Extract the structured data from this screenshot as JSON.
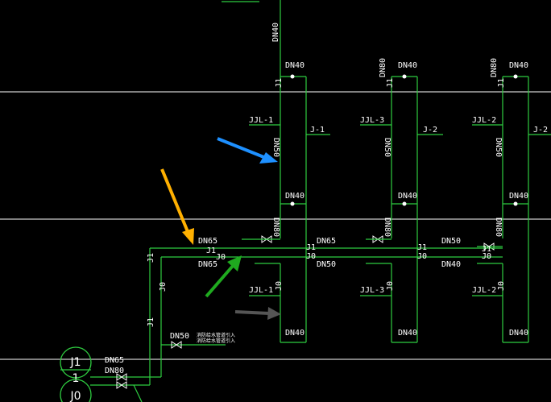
{
  "labels": {
    "dn40_top_v": "DN40",
    "dn40_a": "DN40",
    "dn80_b": "DN80",
    "dn40_b": "DN40",
    "dn80_c": "DN80",
    "dn40_c": "DN40",
    "j1_v_a": "J1",
    "j1_v_b": "J1",
    "j1_v_c": "J1",
    "jjl1": "JJL-1",
    "jjl3": "JJL-3",
    "jjl2": "JJL-2",
    "j_1": "J-1",
    "j_2a": "J-2",
    "j_2b": "J-2",
    "dn50_v_a": "DN50",
    "dn50_v_b": "DN50",
    "dn50_v_c": "DN50",
    "dn40_mid_a": "DN40",
    "dn40_mid_b": "DN40",
    "dn40_mid_c": "DN40",
    "dn80_v_a": "DN80",
    "dn80_v_b": "DN80",
    "dn80_v_c": "DN80",
    "dn65_upper": "DN65",
    "dn65_lower": "DN65",
    "j1_main": "J1",
    "j0_main": "J0",
    "j1_mid": "J1",
    "j0_mid": "J0",
    "dn65_mid": "DN65",
    "dn50_mid": "DN50",
    "j1_right": "J1",
    "j0_right": "J0",
    "dn50_right": "DN50",
    "dn40_right": "DN40",
    "j1_far": "J1",
    "j0_far": "J0",
    "j1_left_v": "J1",
    "j0_left_v": "J0",
    "j1_left_v2": "J1",
    "j0_v_a": "J0",
    "j0_v_b": "J0",
    "j0_v_c": "J0",
    "jjl1_low": "JJL-1",
    "jjl3_low": "JJL-3",
    "jjl2_low": "JJL-2",
    "dn40_low_a": "DN40",
    "dn40_low_b": "DN40",
    "dn40_low_c": "DN40",
    "dn50_bottom": "DN50",
    "dn65_bottom": "DN65",
    "dn80_bottom": "DN80",
    "note_line1": "消防给水管道引入",
    "note_line2": "消防给水管道引入"
  },
  "bubbles": {
    "top_label": "J1",
    "mid_label": "1",
    "bottom_label": "J0"
  },
  "arrows": {
    "blue": "#1e90ff",
    "orange": "#ffb000",
    "green": "#1faa1f",
    "gray": "#555555"
  },
  "colors": {
    "background": "#000000",
    "pipe": "#2ecc40",
    "text": "#ffffff"
  }
}
